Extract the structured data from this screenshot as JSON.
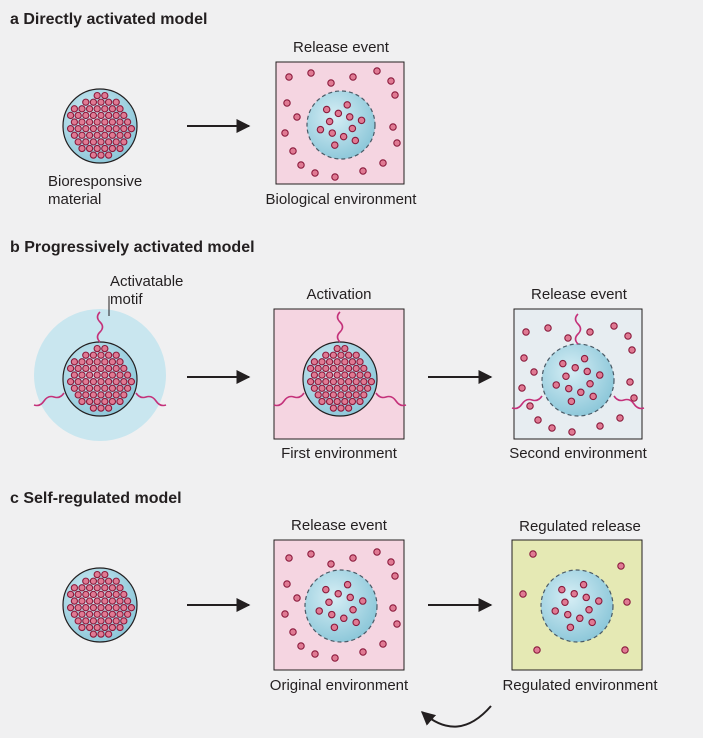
{
  "panels": {
    "a": {
      "title": "a  Directly activated model",
      "material_label_1": "Bioresponsive",
      "material_label_2": "material",
      "box_top_label": "Release event",
      "box_bottom_label": "Biological environment"
    },
    "b": {
      "title": "b  Progressively activated model",
      "motif_label_1": "Activatable",
      "motif_label_2": "motif",
      "box1_top_label": "Activation",
      "box1_bottom_label": "First environment",
      "box2_top_label": "Release event",
      "box2_bottom_label": "Second environment"
    },
    "c": {
      "title": "c  Self-regulated model",
      "box1_top_label": "Release event",
      "box1_bottom_label": "Original environment",
      "box2_top_label": "Regulated release",
      "box2_bottom_label": "Regulated environment"
    }
  },
  "colors": {
    "background": "#f0f0f1",
    "sphere_fill": "#9fd2e0",
    "halo_fill": "#c9e6ef",
    "particle_fill": "#e07a93",
    "particle_stroke": "#8a1a3c",
    "motif_stroke": "#c4317a",
    "env_pink": "#f5d5e1",
    "env_grey": "#e7edf1",
    "env_yellow": "#e5e9b4",
    "arrow": "#231f20"
  }
}
